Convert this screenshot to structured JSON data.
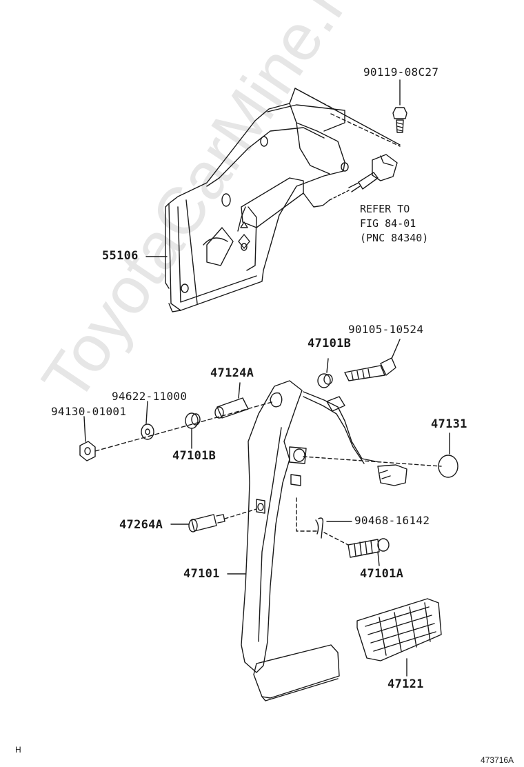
{
  "watermark": "ToyotaCarMine.ru",
  "labels": {
    "bolt_top": "90119-08C27",
    "bracket": "55106",
    "refer_line1": "REFER TO",
    "refer_line2": "FIG 84-01",
    "refer_line3": "(PNC 84340)",
    "bolt_side": "90105-10524",
    "bushing_top": "47101B",
    "collar": "47124A",
    "washer": "94622-11000",
    "nut": "94130-01001",
    "bushing_left": "47101B",
    "stop_cap": "47131",
    "pin": "47264A",
    "clip": "90468-16142",
    "pin2": "47101A",
    "pedal_arm": "47101",
    "pedal_pad": "47121"
  },
  "footer": {
    "corner_mark": "H",
    "figure_id": "473716A"
  },
  "colors": {
    "line": "#1a1a1a",
    "watermark": "#e6e6e6"
  }
}
